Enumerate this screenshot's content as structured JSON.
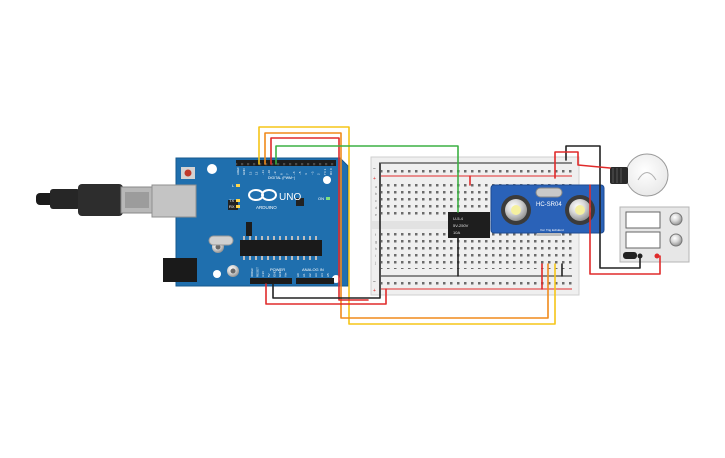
{
  "arduino": {
    "brand": "ARDUINO",
    "model": "UNO",
    "digital_header": "DIGITAL (PWM~)",
    "power_header": "POWER",
    "analog_header": "ANALOG IN",
    "led_labels": [
      "L",
      "TX",
      "RX"
    ],
    "digital_pins": [
      "AREF",
      "GND",
      "13",
      "12",
      "~11",
      "~10",
      "~9",
      "8",
      "7",
      "~6",
      "~5",
      "4",
      "~3",
      "2",
      "TX 1",
      "RX 0"
    ],
    "power_pins": [
      "IOREF",
      "RESET",
      "3.3V",
      "5V",
      "GND",
      "GND",
      "Vin"
    ],
    "analog_pins": [
      "A0",
      "A1",
      "A2",
      "A3",
      "A4",
      "A5"
    ],
    "on_label": "ON"
  },
  "sensor": {
    "model": "HC-SR04",
    "pins": [
      "Vcc",
      "Trig",
      "Echo",
      "Gnd"
    ]
  },
  "relay": {
    "label_lines": [
      "U-5-4",
      "5V-250V",
      "10A"
    ]
  },
  "breadboard": {
    "row_letters_top": [
      "a",
      "b",
      "c",
      "d",
      "e"
    ],
    "row_letters_bottom": [
      "f",
      "g",
      "h",
      "i",
      "j"
    ]
  },
  "colors": {
    "board_blue": "#1f6fae",
    "wire_red": "#e02b2b",
    "wire_black": "#222222",
    "wire_orange": "#f08a1c",
    "wire_yellow": "#f5c518",
    "wire_green": "#3cb043",
    "breadboard": "#efefef",
    "sensor_blue": "#2a62b8"
  }
}
